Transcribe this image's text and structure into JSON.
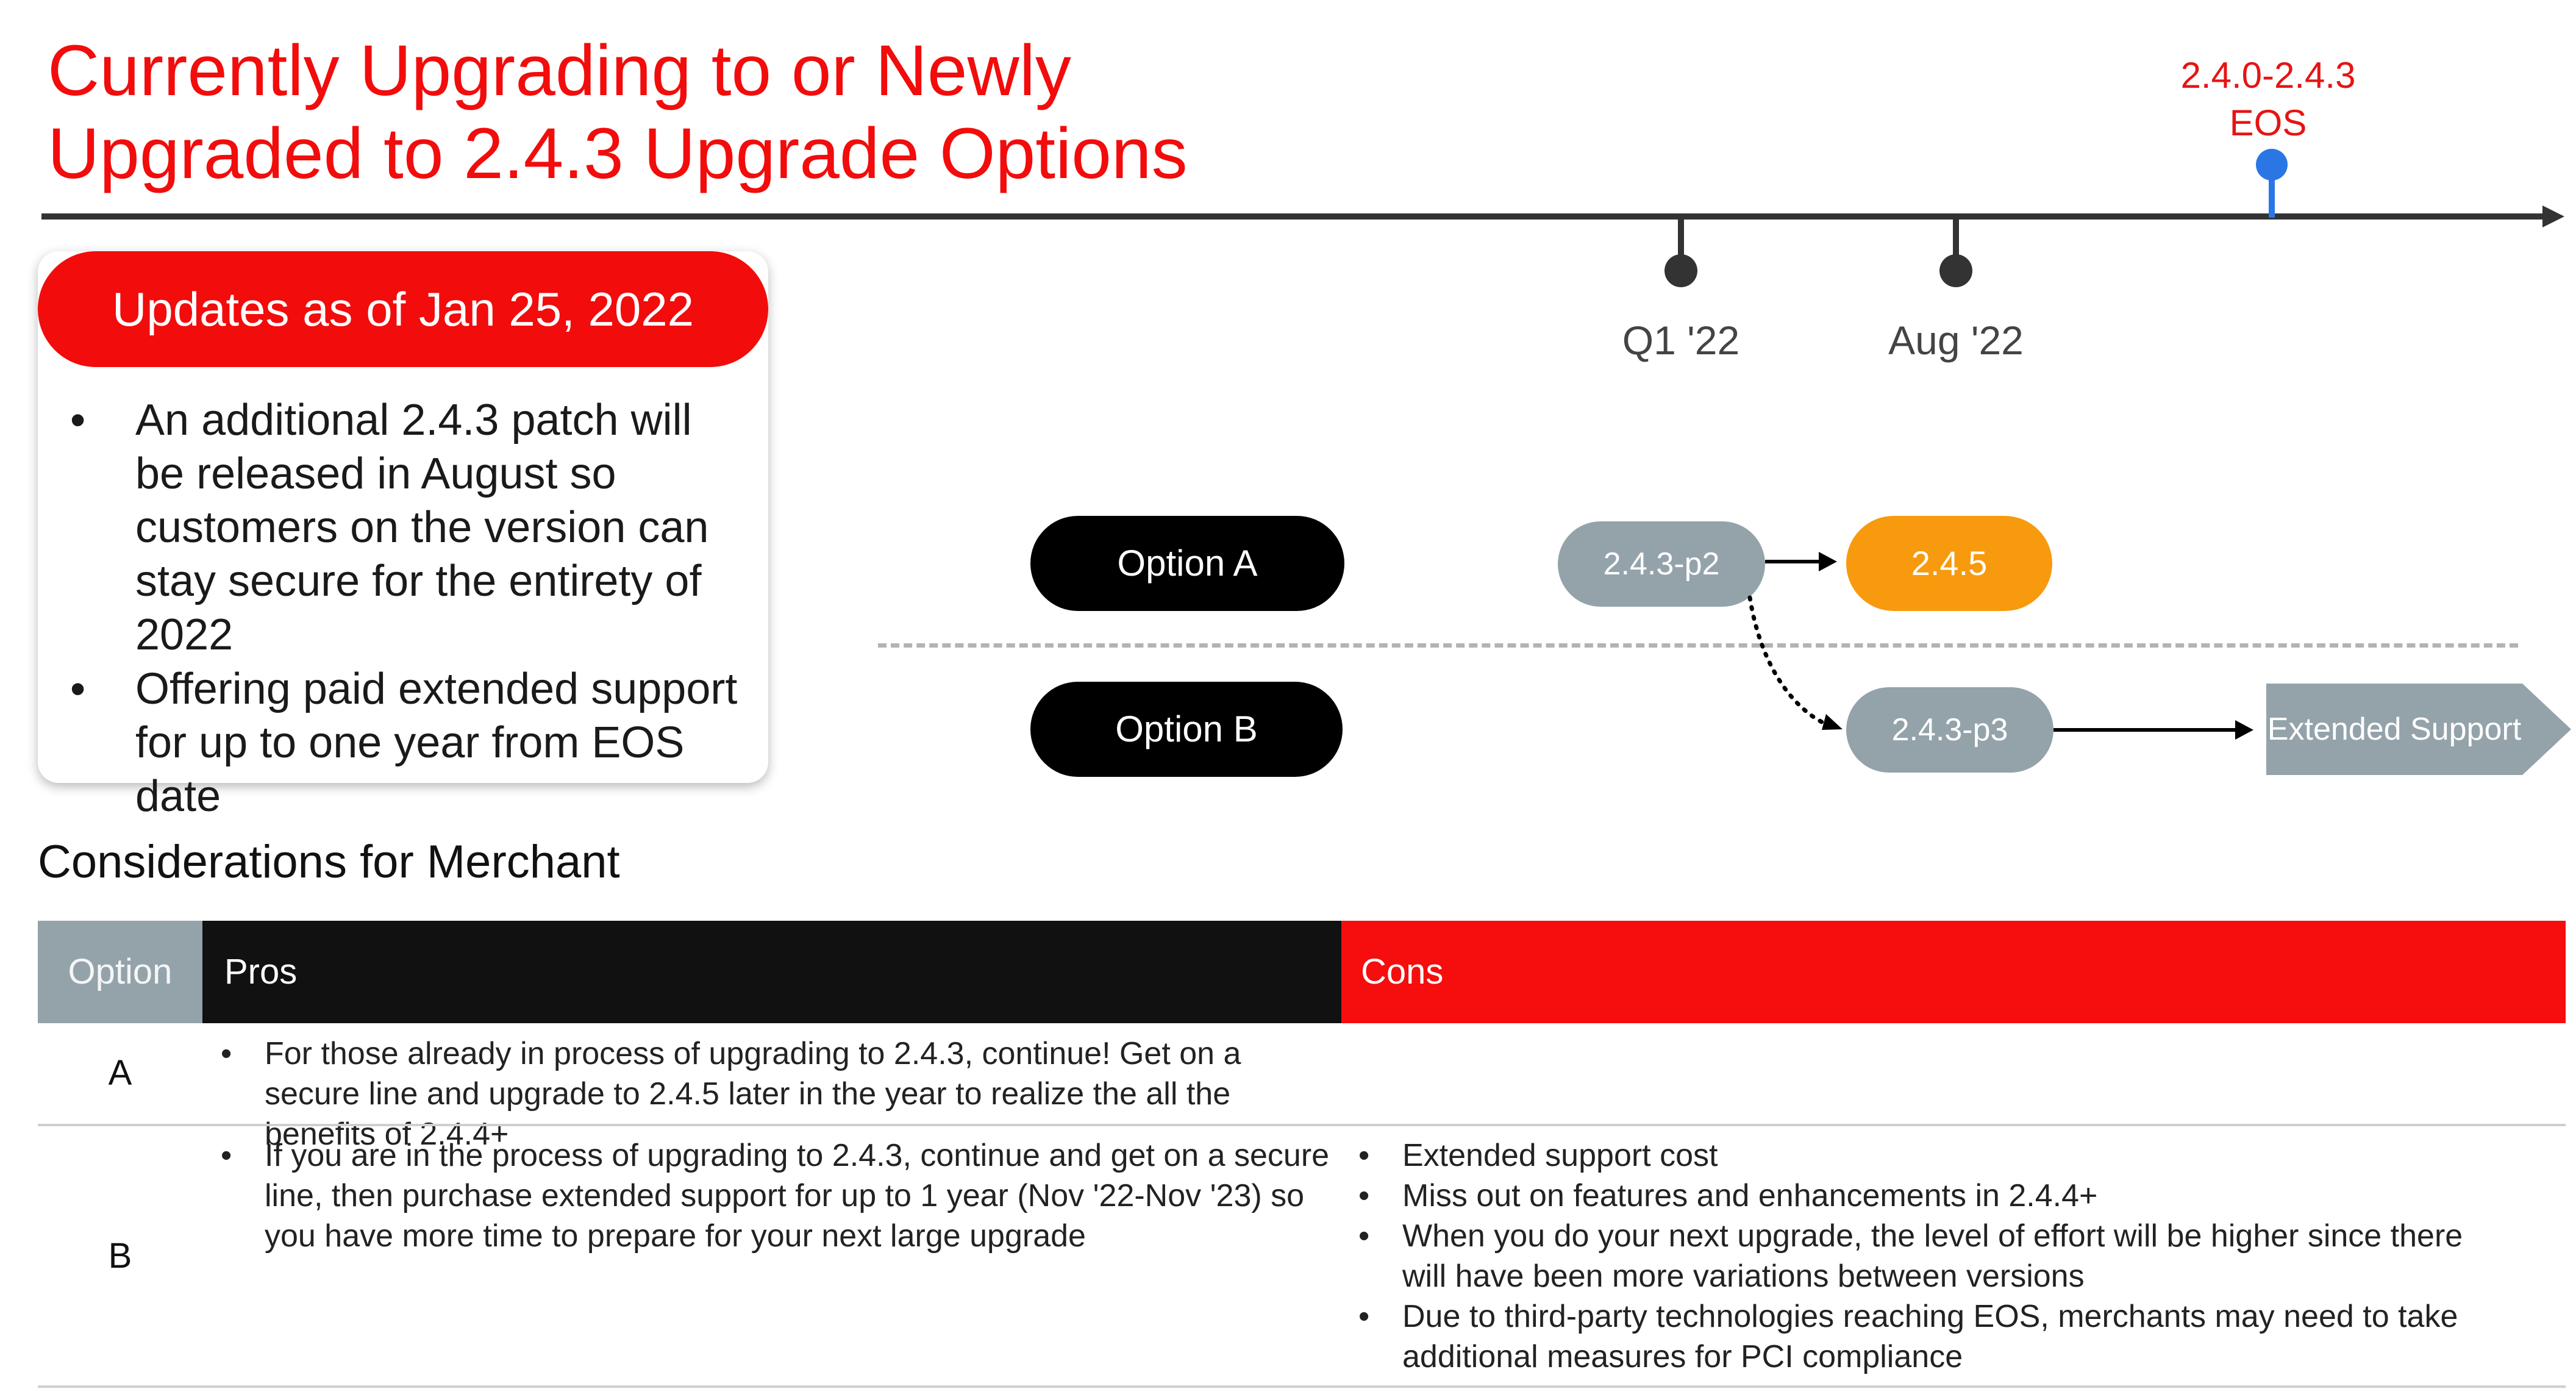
{
  "title": {
    "line1": "Currently Upgrading to or Newly",
    "line2": "Upgraded to 2.4.3 Upgrade Options"
  },
  "timeline": {
    "ticks": [
      {
        "label": "Q1 '22"
      },
      {
        "label": "Aug '22"
      }
    ],
    "eos": {
      "line1": "2.4.0-2.4.3",
      "line2": "EOS"
    }
  },
  "updates": {
    "header": "Updates as of Jan 25, 2022",
    "bullets": [
      "An additional 2.4.3 patch will be released in August so customers on the version can stay secure for the entirety of 2022",
      "Offering paid extended support for up to one year from EOS date"
    ]
  },
  "options": {
    "a": {
      "label": "Option A",
      "from": "2.4.3-p2",
      "to": "2.4.5"
    },
    "b": {
      "label": "Option B",
      "from": "2.4.3-p3",
      "to": "Extended Support"
    }
  },
  "considerations": {
    "title": "Considerations for Merchant",
    "headers": {
      "option": "Option",
      "pros": "Pros",
      "cons": "Cons"
    },
    "rows": [
      {
        "option": "A",
        "pros": [
          "For those already in process of upgrading to 2.4.3, continue! Get on a secure line and upgrade to 2.4.5 later in the year to realize the all the benefits of 2.4.4+"
        ],
        "cons": []
      },
      {
        "option": "B",
        "pros": [
          "If you are in the process of upgrading to 2.4.3, continue and get on a secure line, then purchase extended support for up to 1 year (Nov '22-Nov '23) so you have more time to prepare for your next large upgrade"
        ],
        "cons": [
          "Extended support cost",
          "Miss out on features and enhancements in 2.4.4+",
          "When you do your next upgrade, the level of effort will be higher since there will have been more variations between versions",
          "Due to third-party technologies reaching EOS, merchants may need to take additional measures for PCI compliance"
        ]
      }
    ]
  },
  "colors": {
    "brand_red": "#f20c0c",
    "gray_pill": "#94a3aa",
    "orange": "#f79a0e",
    "eos_blue": "#2b76e5"
  }
}
